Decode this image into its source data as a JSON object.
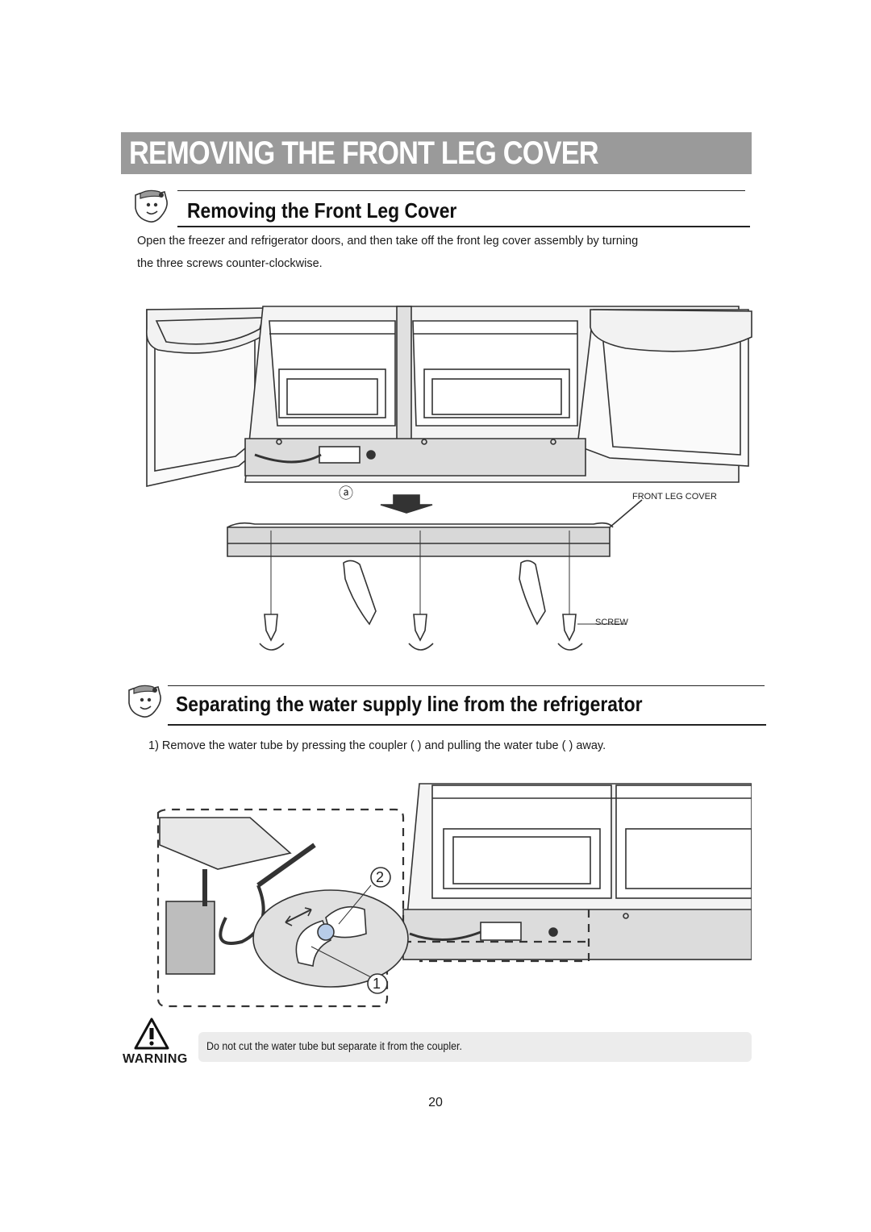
{
  "page_title": "REMOVING THE FRONT LEG COVER",
  "section1": {
    "heading": "Removing the Front Leg Cover",
    "instruction_line1": "Open the freezer and refrigerator doors, and then take off the front leg cover assembly by turning",
    "instruction_line2": "the three screws counter-clockwise."
  },
  "figure1": {
    "callout_a": "ⓐ",
    "label_front_leg_cover": "FRONT LEG COVER",
    "label_screw": "SCREW"
  },
  "section2": {
    "heading": "Separating the water supply line from the refrigerator",
    "step1": "1) Remove the water tube by pressing the coupler (    ) and pulling the water tube (    ) away."
  },
  "figure2": {
    "callout_2": "2",
    "callout_1": "1"
  },
  "warning": {
    "label": "WARNING",
    "text": "Do not cut the water tube but separate it from the coupler."
  },
  "page_number": "20"
}
